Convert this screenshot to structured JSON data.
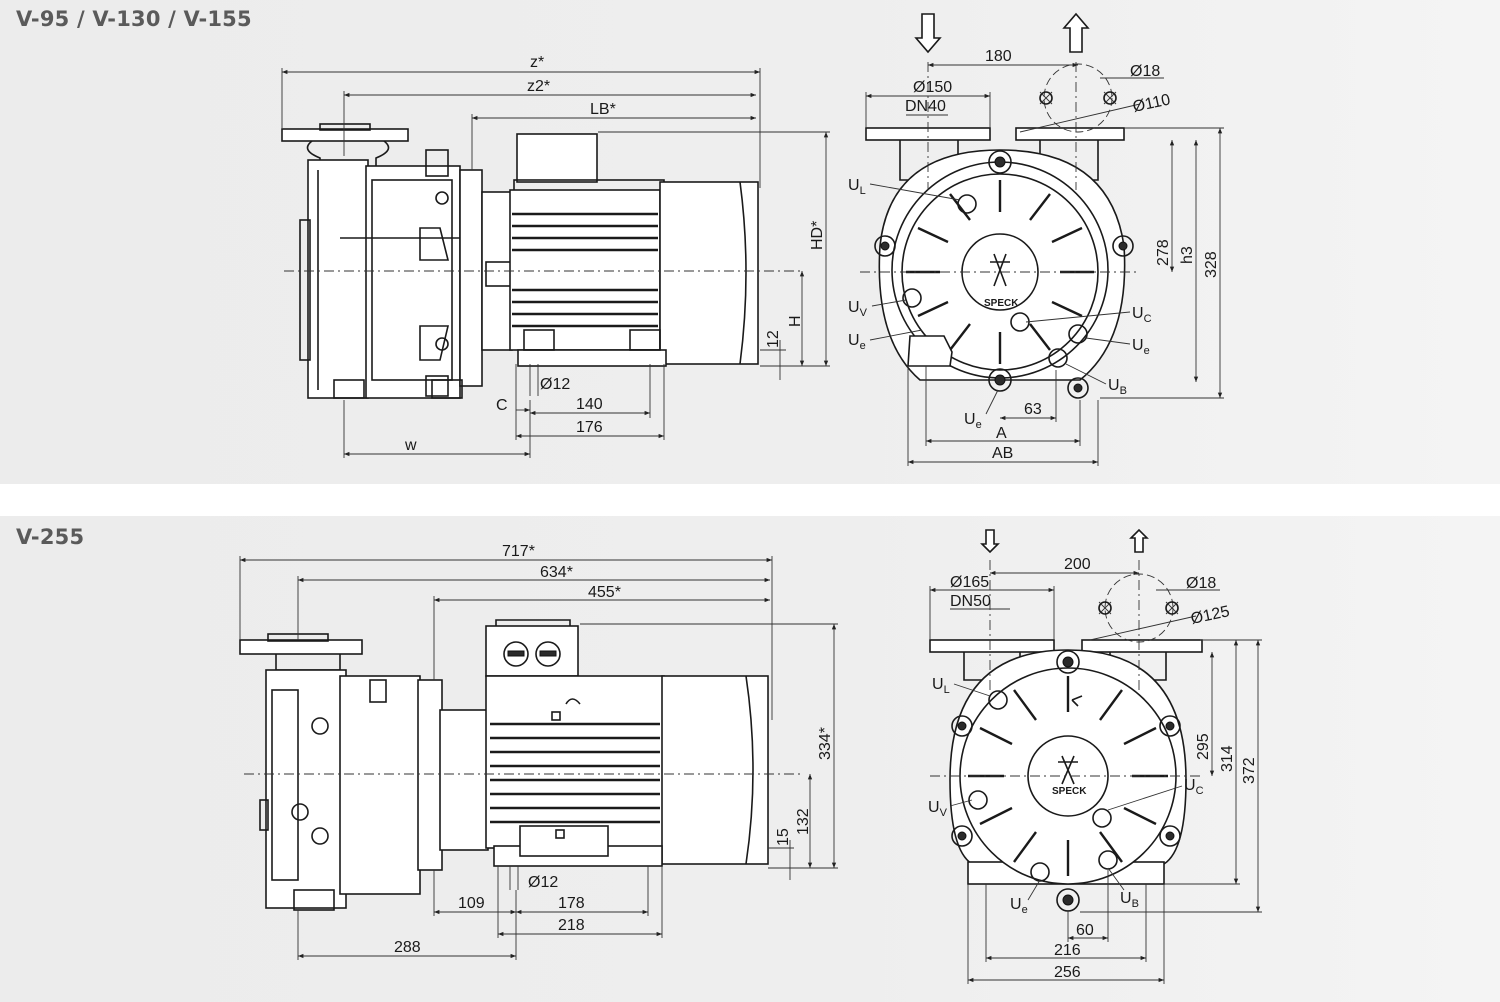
{
  "sections": {
    "top": {
      "title": "V-95 / V-130 / V-155",
      "side_view": {
        "z": "z*",
        "z2": "z2*",
        "lb": "LB*",
        "hd": "HD*",
        "h": "H",
        "twelve": "12",
        "d12": "Ø12",
        "c": "C",
        "d140": "140",
        "d176": "176",
        "w": "w"
      },
      "front_view": {
        "d180": "180",
        "d150": "Ø150",
        "dn": "DN40",
        "d18": "Ø18",
        "d110": "Ø110",
        "ul": "U",
        "ul_sub": "L",
        "uv": "U",
        "uv_sub": "V",
        "ue1": "U",
        "ue1_sub": "e",
        "uc": "U",
        "uc_sub": "C",
        "ue2": "U",
        "ue2_sub": "e",
        "ub": "U",
        "ub_sub": "B",
        "ue3": "U",
        "ue3_sub": "e",
        "d278": "278",
        "h3": "h3",
        "d328": "328",
        "d63": "63",
        "a": "A",
        "ab": "AB",
        "logo": "SPECK"
      }
    },
    "bottom": {
      "title": "V-255",
      "side_view": {
        "d717": "717*",
        "d634": "634*",
        "d455": "455*",
        "d334": "334*",
        "d132": "132",
        "d15": "15",
        "d12": "Ø12",
        "d109": "109",
        "d178": "178",
        "d218": "218",
        "d288": "288"
      },
      "front_view": {
        "d200": "200",
        "d165": "Ø165",
        "dn": "DN50",
        "d18": "Ø18",
        "d125": "Ø125",
        "ul": "U",
        "ul_sub": "L",
        "uv": "U",
        "uv_sub": "V",
        "uc": "U",
        "uc_sub": "C",
        "ue": "U",
        "ue_sub": "e",
        "ub": "U",
        "ub_sub": "B",
        "d295": "295",
        "d314": "314",
        "d372": "372",
        "d60": "60",
        "d216": "216",
        "d256": "256",
        "logo": "SPECK"
      }
    }
  },
  "colors": {
    "panel_bg": "#ececec",
    "title": "#5a5a5a",
    "line": "#1a1a1a"
  }
}
